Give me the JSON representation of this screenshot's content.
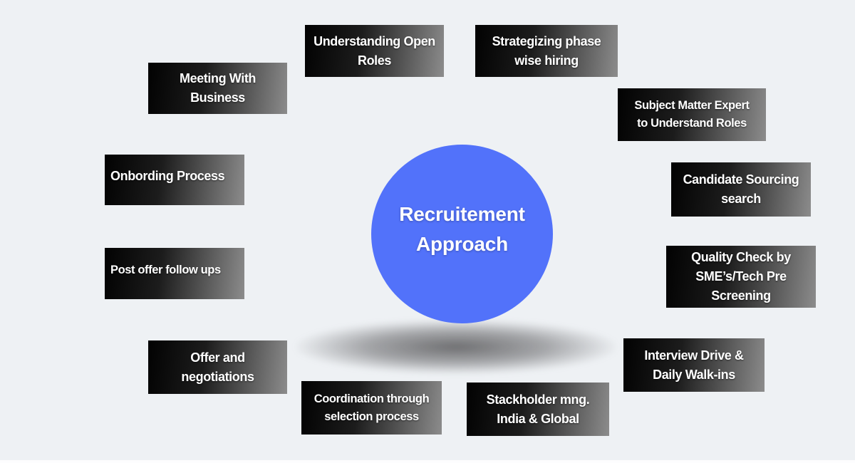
{
  "diagram": {
    "center": {
      "label": "Recruitement\nApproach"
    },
    "boxes": {
      "understanding_open_roles": {
        "label": "Understanding Open\nRoles"
      },
      "strategizing_phase_wise_hiring": {
        "label": "Strategizing phase\nwise hiring"
      },
      "meeting_with_business": {
        "label": "Meeting With\nBusiness"
      },
      "subject_matter_expert": {
        "label": "Subject Matter Expert\nto Understand Roles"
      },
      "onbording_process": {
        "label": "Onbording Process"
      },
      "candidate_sourcing_search": {
        "label": "Candidate Sourcing\nsearch"
      },
      "post_offer_follow_ups": {
        "label": "Post offer follow ups"
      },
      "quality_check": {
        "label": "Quality Check by\nSME’s/Tech Pre\nScreening"
      },
      "offer_and_negotiations": {
        "label": "Offer and\nnegotiations"
      },
      "interview_drive_walkins": {
        "label": "Interview Drive &\nDaily Walk-ins"
      },
      "coordination_selection": {
        "label": "Coordination through\nselection process"
      },
      "stackholder_mng": {
        "label": "Stackholder mng.\nIndia & Global"
      }
    },
    "colors": {
      "background": "#eef1f4",
      "box_gradient_start": "#020202",
      "box_gradient_end": "#8c8c8c",
      "circle_fill": "#5272fa",
      "label_text": "#ffffff",
      "ground_shadow": "#6a6a6c"
    }
  }
}
